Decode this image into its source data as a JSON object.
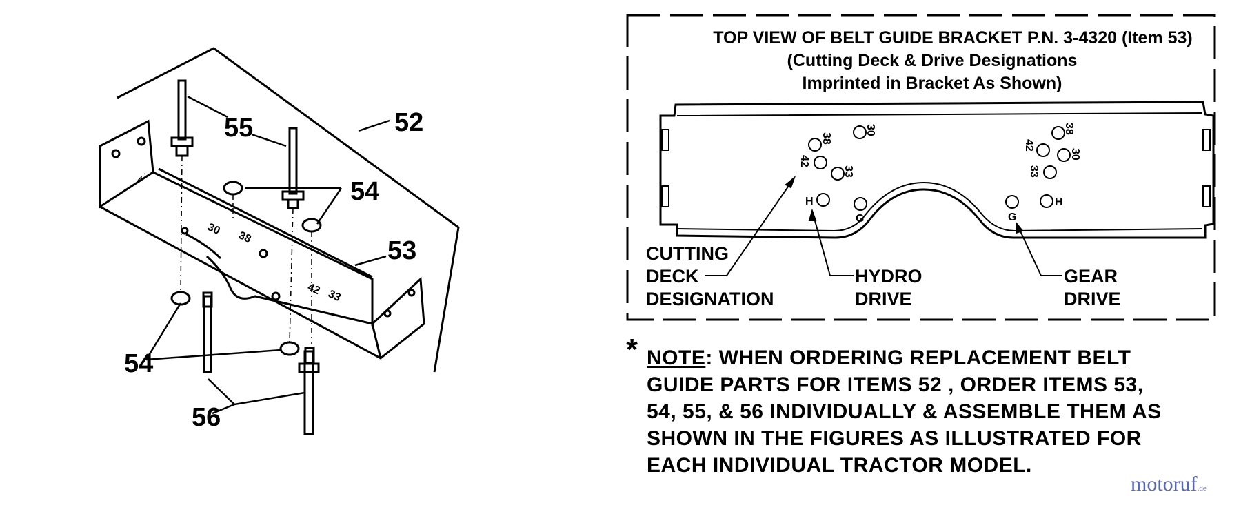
{
  "left_callouts": {
    "c55": "55",
    "c52": "52",
    "c54_top": "54",
    "c53": "53",
    "c54_bottom": "54",
    "c56": "56"
  },
  "bracket_marks": [
    "30",
    "38",
    "42",
    "33"
  ],
  "top_view": {
    "title_line1": "TOP VIEW OF BELT GUIDE BRACKET P.N. 3-4320 (Item 53)",
    "title_line2": "(Cutting Deck & Drive Designations",
    "title_line3": "Imprinted in Bracket As Shown)",
    "hole_labels_left": [
      "30",
      "38",
      "42",
      "33",
      "H",
      "G"
    ],
    "hole_labels_right": [
      "38",
      "42",
      "30",
      "33",
      "G",
      "H"
    ],
    "label_cutting_line1": "CUTTING",
    "label_cutting_line2": "DECK",
    "label_cutting_line3": "DESIGNATION",
    "label_hydro_line1": "HYDRO",
    "label_hydro_line2": "DRIVE",
    "label_gear_line1": "GEAR",
    "label_gear_line2": "DRIVE"
  },
  "note": {
    "star": "*",
    "heading": "NOTE",
    "line1": ":  WHEN ORDERING REPLACEMENT BELT",
    "line2": "GUIDE PARTS FOR ITEMS 52 , ORDER ITEMS 53,",
    "line3": "54, 55, & 56 INDIVIDUALLY & ASSEMBLE THEM AS",
    "line4": "SHOWN IN THE FIGURES AS ILLUSTRATED FOR",
    "line5": "EACH INDIVIDUAL TRACTOR MODEL."
  },
  "watermark": {
    "text": "motoruf",
    "suffix": ".de"
  }
}
